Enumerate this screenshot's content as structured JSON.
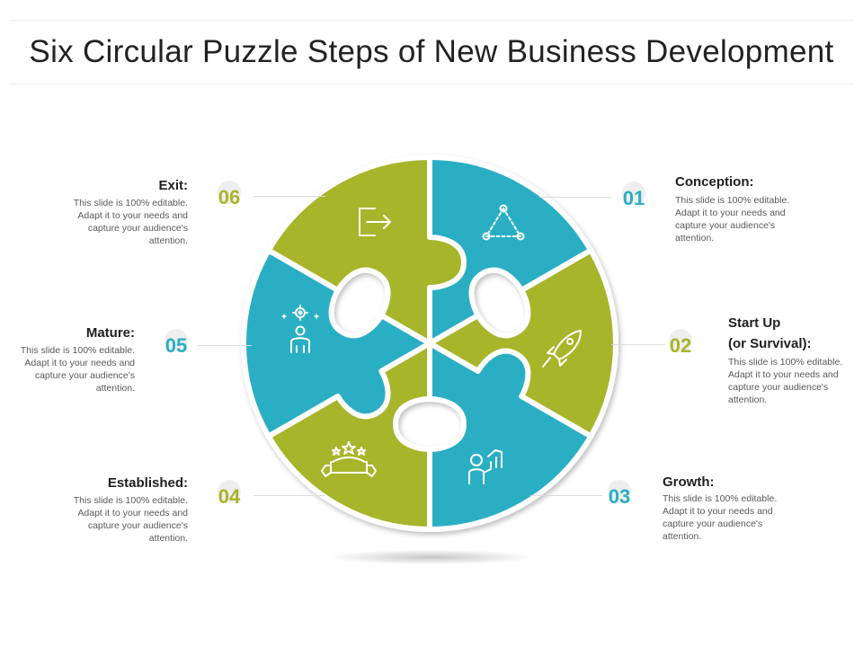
{
  "title": "Six Circular Puzzle Steps of New Business Development",
  "colors": {
    "teal": "#29AEC4",
    "olive": "#A7B52A",
    "text": "#1f1f1f",
    "desc": "#595959"
  },
  "steps": [
    {
      "num": "01",
      "title": "Conception:",
      "desc": "This slide is 100% editable. Adapt it to your needs and capture your audience's attention.",
      "icon": "triangle-network-icon",
      "color": "#29AEC4"
    },
    {
      "num": "02",
      "title": "Start Up",
      "title2": "(or Survival):",
      "desc": "This slide is 100% editable. Adapt it to your needs and capture your audience's attention.",
      "icon": "rocket-icon",
      "color": "#A7B52A"
    },
    {
      "num": "03",
      "title": "Growth:",
      "desc": "This slide is 100% editable. Adapt it to your needs and capture your audience's attention.",
      "icon": "growth-chart-person-icon",
      "color": "#29AEC4"
    },
    {
      "num": "04",
      "title": "Established:",
      "desc": "This slide is 100% editable. Adapt it to your needs and capture your audience's attention.",
      "icon": "ribbon-stars-icon",
      "color": "#A7B52A"
    },
    {
      "num": "05",
      "title": "Mature:",
      "desc": "This slide is 100% editable. Adapt it to your needs and capture your audience's attention.",
      "icon": "person-gear-icon",
      "color": "#29AEC4"
    },
    {
      "num": "06",
      "title": "Exit:",
      "desc": "This slide is 100% editable. Adapt it to your needs and capture your audience's attention.",
      "icon": "exit-arrow-icon",
      "color": "#A7B52A"
    }
  ]
}
